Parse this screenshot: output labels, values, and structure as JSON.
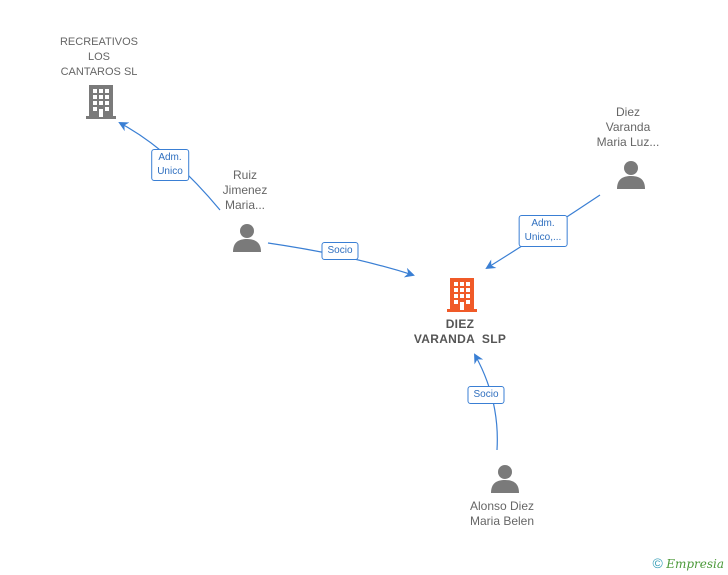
{
  "nodes": {
    "recreativos": {
      "lines": [
        "RECREATIVOS",
        "LOS",
        "CANTAROS SL"
      ]
    },
    "ruiz": {
      "lines": [
        "Ruiz",
        "Jimenez",
        "Maria..."
      ]
    },
    "diez_luz": {
      "lines": [
        "Diez",
        "Varanda",
        "Maria Luz..."
      ]
    },
    "center": {
      "lines": [
        "DIEZ",
        "VARANDA  SLP"
      ]
    },
    "alonso": {
      "lines": [
        "Alonso Diez",
        "Maria Belen"
      ]
    }
  },
  "edges": {
    "ruiz_recreativos": {
      "lines": [
        "Adm.",
        "Unico"
      ]
    },
    "ruiz_center": {
      "lines": [
        "Socio"
      ]
    },
    "diez_center": {
      "lines": [
        "Adm.",
        "Unico,..."
      ]
    },
    "alonso_center": {
      "lines": [
        "Socio"
      ]
    }
  },
  "footer": {
    "symbol": "©",
    "brand": "Empresia"
  },
  "colors": {
    "edge": "#3a7fd4",
    "building": "#7a7a7a",
    "center_building": "#f05a28",
    "person": "#7a7a7a"
  }
}
